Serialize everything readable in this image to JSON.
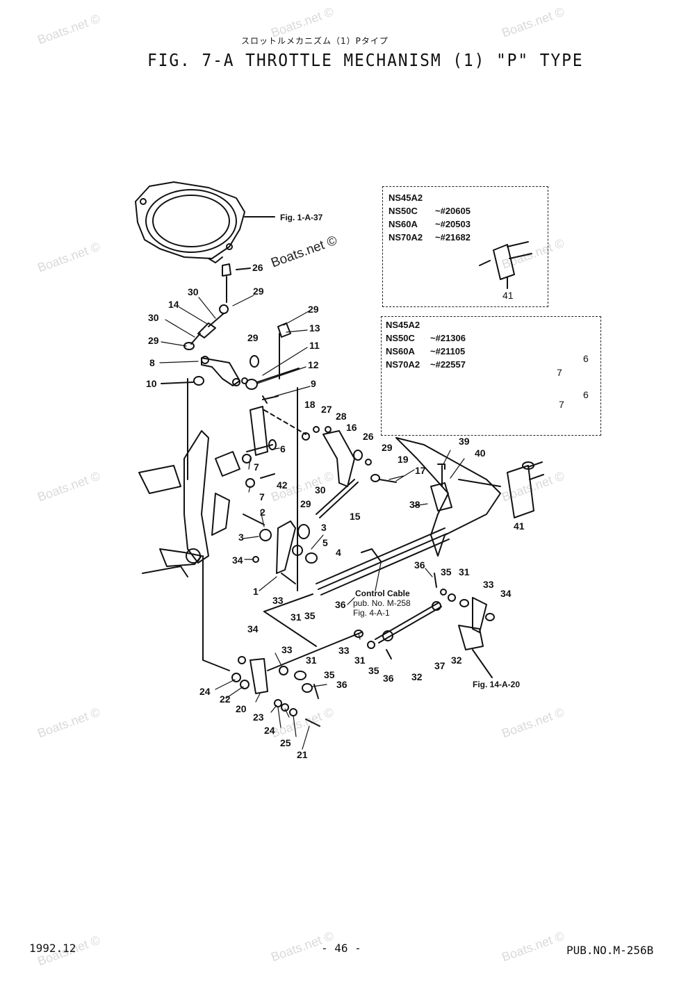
{
  "header": {
    "subtitle_jp": "スロットルメカニズム（1）Pタイプ",
    "title": "FIG.  7-A THROTTLE MECHANISM (1) \"P\" TYPE"
  },
  "footer": {
    "date": "1992.12",
    "page": "- 46 -",
    "pub_no": "PUB.NO.M-256B"
  },
  "watermark": "Boats.net ©",
  "inset_top": {
    "models": [
      "NS45A2",
      "NS50C",
      "NS60A",
      "NS70A2"
    ],
    "serials": [
      "",
      "~#20605",
      "~#20503",
      "~#21682"
    ],
    "part": "41"
  },
  "inset_mid": {
    "models": [
      "NS45A2",
      "NS50C",
      "NS60A",
      "NS70A2"
    ],
    "serials": [
      "",
      "~#21306",
      "~#21105",
      "~#22557"
    ],
    "parts": [
      "6",
      "7",
      "7",
      "6"
    ]
  },
  "references": {
    "fig_1a37": "Fig. 1-A-37",
    "fig_14a20": "Fig. 14-A-20",
    "control_cable_1": "Control Cable",
    "control_cable_2": "pub. No. M-258",
    "control_cable_3": "Fig. 4-A-1"
  },
  "part_labels": [
    "26",
    "29",
    "30",
    "14",
    "30",
    "29",
    "8",
    "10",
    "29",
    "13",
    "29",
    "11",
    "12",
    "9",
    "18",
    "27",
    "28",
    "16",
    "26",
    "29",
    "19",
    "17",
    "6",
    "7",
    "42",
    "7",
    "30",
    "29",
    "15",
    "3",
    "2",
    "3",
    "5",
    "4",
    "34",
    "1",
    "33",
    "31",
    "35",
    "36",
    "39",
    "40",
    "38",
    "41",
    "36",
    "35",
    "31",
    "33",
    "34",
    "33",
    "31",
    "35",
    "36",
    "32",
    "37",
    "32",
    "34",
    "33",
    "31",
    "35",
    "36",
    "24",
    "22",
    "20",
    "23",
    "24",
    "25",
    "21"
  ]
}
